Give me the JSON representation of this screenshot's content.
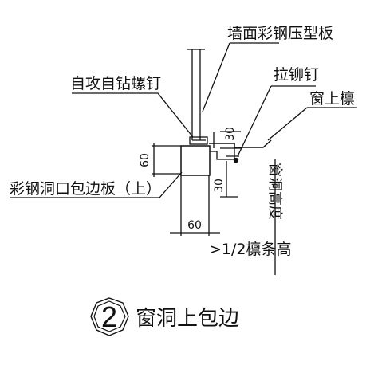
{
  "labels": {
    "wall_panel": "墙面彩钢压型板",
    "self_drilling_screw": "自攻自钻螺钉",
    "blind_rivet": "拉铆钉",
    "window_purlin": "窗上檩",
    "opening_trim": "彩钢洞口包边板（上）",
    "opening_height": "窗洞高度",
    "half_purlin": ">1/2檩条高"
  },
  "dimensions": {
    "top_30": "30",
    "left_60": "60",
    "mid_30": "30",
    "bottom_60": "60"
  },
  "title": {
    "number": "2",
    "text": "窗洞上包边"
  }
}
